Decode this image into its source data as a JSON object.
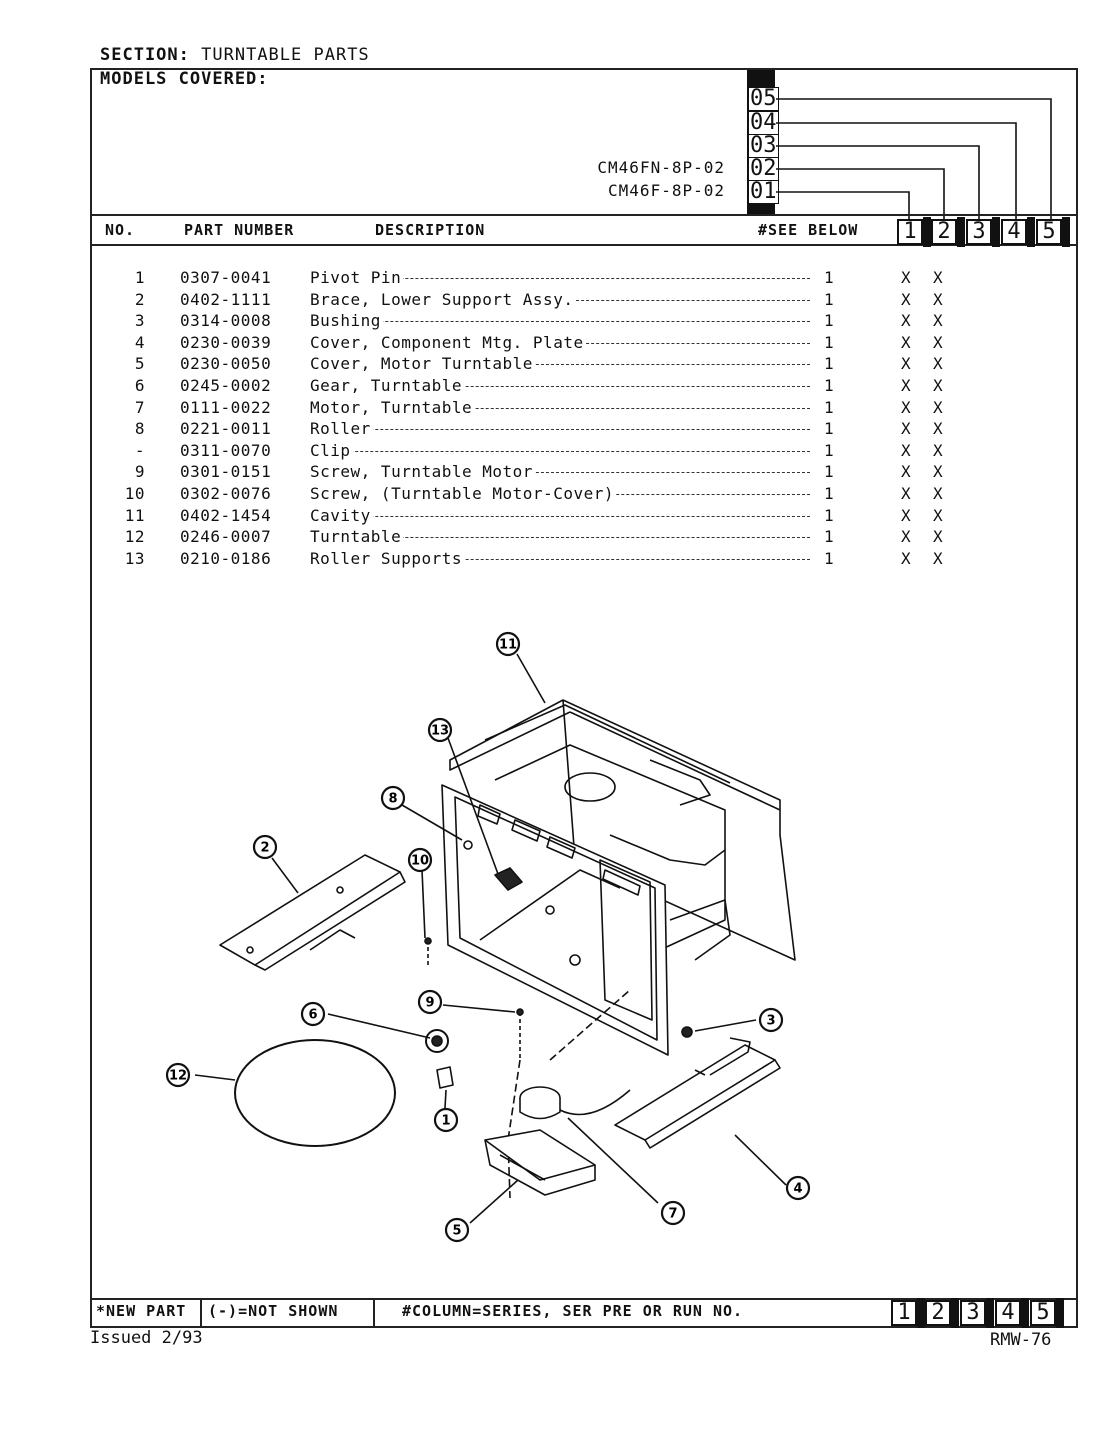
{
  "section": {
    "label": "SECTION:",
    "value": "TURNTABLE PARTS"
  },
  "models": {
    "title": "MODELS COVERED:",
    "model_names": [
      "CM46FN-8P-02",
      "CM46F-8P-02"
    ],
    "series_codes": [
      "05",
      "04",
      "03",
      "02",
      "01"
    ]
  },
  "table_header": {
    "no": "NO.",
    "part_number": "PART NUMBER",
    "description": "DESCRIPTION",
    "see_below": "#SEE BELOW",
    "columns": [
      "1",
      "2",
      "3",
      "4",
      "5"
    ]
  },
  "parts": [
    {
      "no": "1",
      "part": "0307-0041",
      "desc": "Pivot Pin",
      "qty": "1",
      "c1": "X",
      "c2": "X"
    },
    {
      "no": "2",
      "part": "0402-1111",
      "desc": "Brace, Lower Support Assy.",
      "qty": "1",
      "c1": "X",
      "c2": "X"
    },
    {
      "no": "3",
      "part": "0314-0008",
      "desc": "Bushing",
      "qty": "1",
      "c1": "X",
      "c2": "X"
    },
    {
      "no": "4",
      "part": "0230-0039",
      "desc": "Cover, Component Mtg. Plate",
      "qty": "1",
      "c1": "X",
      "c2": "X"
    },
    {
      "no": "5",
      "part": "0230-0050",
      "desc": "Cover, Motor Turntable",
      "qty": "1",
      "c1": "X",
      "c2": "X"
    },
    {
      "no": "6",
      "part": "0245-0002",
      "desc": "Gear, Turntable",
      "qty": "1",
      "c1": "X",
      "c2": "X"
    },
    {
      "no": "7",
      "part": "0111-0022",
      "desc": "Motor, Turntable",
      "qty": "1",
      "c1": "X",
      "c2": "X"
    },
    {
      "no": "8",
      "part": "0221-0011",
      "desc": "Roller",
      "qty": "1",
      "c1": "X",
      "c2": "X"
    },
    {
      "no": "-",
      "part": "0311-0070",
      "desc": "Clip",
      "qty": "1",
      "c1": "X",
      "c2": "X"
    },
    {
      "no": "9",
      "part": "0301-0151",
      "desc": "Screw, Turntable Motor",
      "qty": "1",
      "c1": "X",
      "c2": "X"
    },
    {
      "no": "10",
      "part": "0302-0076",
      "desc": "Screw, (Turntable Motor-Cover)",
      "qty": "1",
      "c1": "X",
      "c2": "X"
    },
    {
      "no": "11",
      "part": "0402-1454",
      "desc": "Cavity",
      "qty": "1",
      "c1": "X",
      "c2": "X"
    },
    {
      "no": "12",
      "part": "0246-0007",
      "desc": "Turntable",
      "qty": "1",
      "c1": "X",
      "c2": "X"
    },
    {
      "no": "13",
      "part": "0210-0186",
      "desc": "Roller Supports",
      "qty": "1",
      "c1": "X",
      "c2": "X"
    }
  ],
  "callouts": [
    "1",
    "2",
    "3",
    "4",
    "5",
    "6",
    "7",
    "8",
    "9",
    "10",
    "11",
    "12",
    "13"
  ],
  "footer": {
    "new_part": "*NEW PART",
    "not_shown": "(-)=NOT SHOWN",
    "column_note": "#COLUMN=SERIES, SER PRE OR RUN NO.",
    "columns": [
      "1",
      "2",
      "3",
      "4",
      "5"
    ],
    "issued": "Issued 2/93",
    "doc_code": "RMW-76"
  }
}
